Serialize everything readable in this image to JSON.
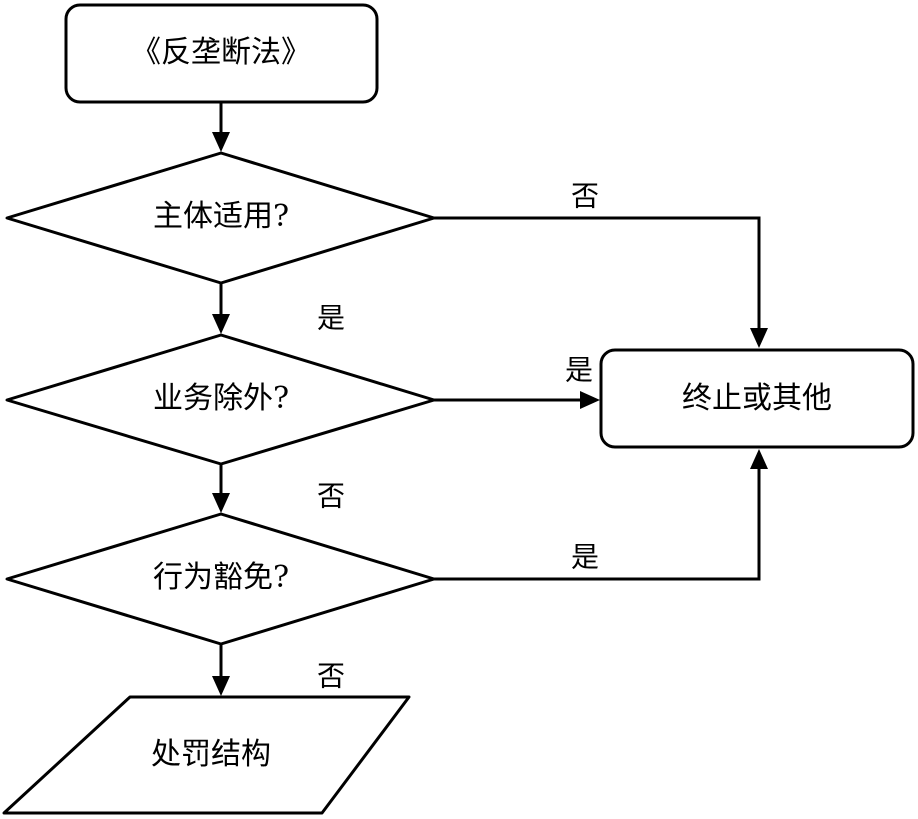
{
  "nodes": {
    "start": {
      "label": "《反垄断法》"
    },
    "subject_applicable": {
      "label": "主体适用?"
    },
    "business_exclusion": {
      "label": "业务除外?"
    },
    "conduct_exemption": {
      "label": "行为豁免?"
    },
    "terminate_or_other": {
      "label": "终止或其他"
    },
    "penalty_structure": {
      "label": "处罚结构"
    }
  },
  "edges": {
    "subject_to_terminate": {
      "label": "否"
    },
    "subject_to_business": {
      "label": "是"
    },
    "business_to_terminate": {
      "label": "是"
    },
    "business_to_conduct": {
      "label": "否"
    },
    "conduct_to_terminate": {
      "label": "是"
    },
    "conduct_to_penalty": {
      "label": "否"
    }
  }
}
